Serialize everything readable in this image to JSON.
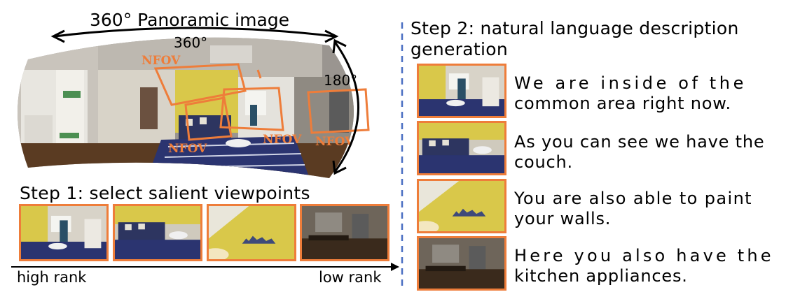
{
  "left": {
    "panorama_title": "360° Panoramic image",
    "angle_horizontal": "360°",
    "angle_vertical": "180°",
    "nfov_labels": [
      "NFOV",
      "NFOV",
      "NFOV",
      "NFOV"
    ],
    "step1_title": "Step 1: select salient viewpoints",
    "rank_high": "high rank",
    "rank_low": "low rank"
  },
  "right": {
    "step2_title_line1": "Step 2: natural language description",
    "step2_title_line2": "generation",
    "captions": [
      {
        "line1": "We are inside of the",
        "line2": "common area right now."
      },
      {
        "line1": "As you can see we have the",
        "line2": "couch."
      },
      {
        "line1": "You are also able to paint",
        "line2": "your walls."
      },
      {
        "line1": "Here you also have the",
        "line2": "kitchen appliances."
      }
    ]
  },
  "colors": {
    "accent_orange": "#ee7d3a",
    "divider_blue": "#4a6fc2",
    "wall_yellow": "#d9c84a",
    "rug_navy": "#2b3470",
    "floor_brown": "#5a3b22"
  }
}
